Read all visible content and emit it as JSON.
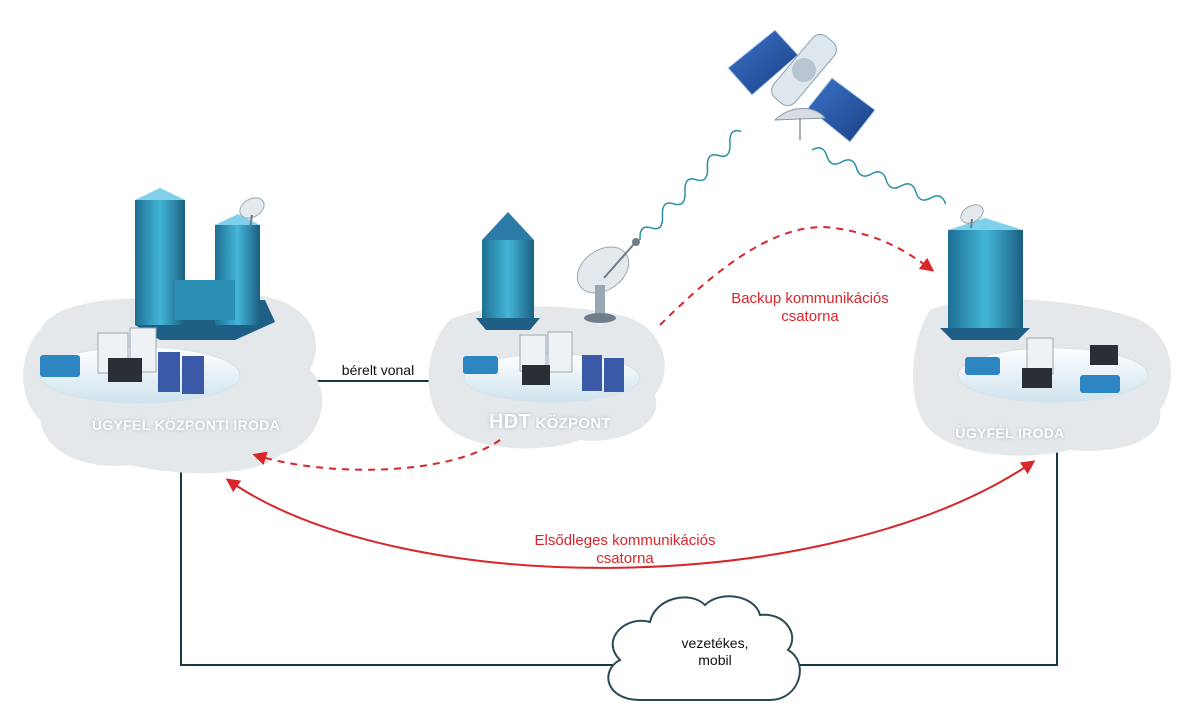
{
  "sites": {
    "left": {
      "label": "ÜGYFÉL KÖZPONTI IRODA"
    },
    "center": {
      "label_main": "HDT",
      "label_sub": "KÖZPONT"
    },
    "right": {
      "label": "ÜGYFÉL IRODA"
    }
  },
  "links": {
    "leased_line": "bérelt vonal",
    "backup_line1": "Backup kommunikációs",
    "backup_line2": "csatorna",
    "primary_line1": "Elsődleges kommunikációs",
    "primary_line2": "csatorna",
    "cloud_line1": "vezetékes,",
    "cloud_line2": "mobil"
  },
  "colors": {
    "red": "#d9262b",
    "line_dark": "#173a42",
    "blob": "#e5e8eb",
    "building": "#2c8fb6"
  }
}
